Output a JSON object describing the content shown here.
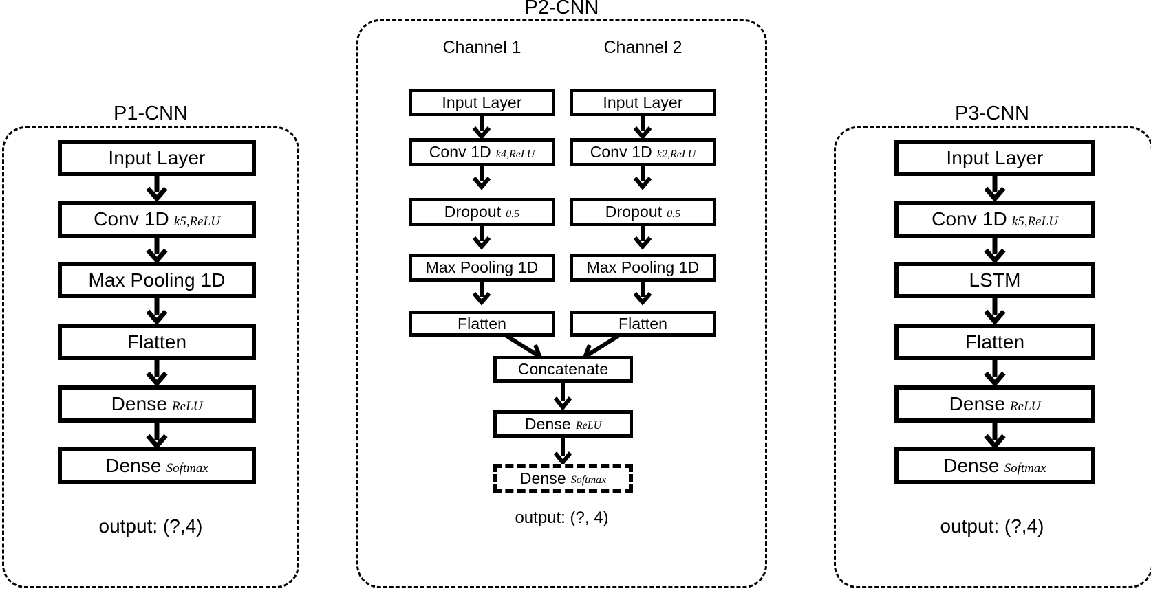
{
  "figure": {
    "type": "neural-network-architecture-diagram",
    "background_color": "#ffffff",
    "stroke_color": "#000000",
    "panel_count": 3
  },
  "panels": [
    {
      "id": "p1",
      "title": "P1-CNN",
      "border_style": "dashed-rounded",
      "output_caption": "output: (?,4)",
      "layers": [
        {
          "name": "Input Layer",
          "sub": ""
        },
        {
          "name": "Conv 1D",
          "sub": "k5,ReLU"
        },
        {
          "name": "Max Pooling 1D",
          "sub": ""
        },
        {
          "name": "Flatten",
          "sub": ""
        },
        {
          "name": "Dense",
          "sub": "ReLU"
        },
        {
          "name": "Dense",
          "sub": "Softmax"
        }
      ]
    },
    {
      "id": "p2",
      "title": "P2-CNN",
      "border_style": "dashed-rounded",
      "output_caption": "output: (?, 4)",
      "channels": [
        {
          "title": "Channel 1",
          "layers": [
            {
              "name": "Input Layer",
              "sub": ""
            },
            {
              "name": "Conv 1D",
              "sub": "k4,ReLU"
            },
            {
              "name": "Dropout",
              "sub": "0.5"
            },
            {
              "name": "Max Pooling 1D",
              "sub": ""
            },
            {
              "name": "Flatten",
              "sub": ""
            }
          ]
        },
        {
          "title": "Channel 2",
          "layers": [
            {
              "name": "Input Layer",
              "sub": ""
            },
            {
              "name": "Conv 1D",
              "sub": "k2,ReLU"
            },
            {
              "name": "Dropout",
              "sub": "0.5"
            },
            {
              "name": "Max Pooling 1D",
              "sub": ""
            },
            {
              "name": "Flatten",
              "sub": ""
            }
          ]
        }
      ],
      "merge_layers": [
        {
          "name": "Concatenate",
          "sub": "",
          "style": "solid"
        },
        {
          "name": "Dense",
          "sub": "ReLU",
          "style": "solid"
        },
        {
          "name": "Dense",
          "sub": "Softmax",
          "style": "dashed"
        }
      ]
    },
    {
      "id": "p3",
      "title": "P3-CNN",
      "border_style": "dashed-rounded",
      "output_caption": "output: (?,4)",
      "layers": [
        {
          "name": "Input Layer",
          "sub": ""
        },
        {
          "name": "Conv 1D",
          "sub": "k5,ReLU"
        },
        {
          "name": "LSTM",
          "sub": ""
        },
        {
          "name": "Flatten",
          "sub": ""
        },
        {
          "name": "Dense",
          "sub": "ReLU"
        },
        {
          "name": "Dense",
          "sub": "Softmax"
        }
      ]
    }
  ]
}
